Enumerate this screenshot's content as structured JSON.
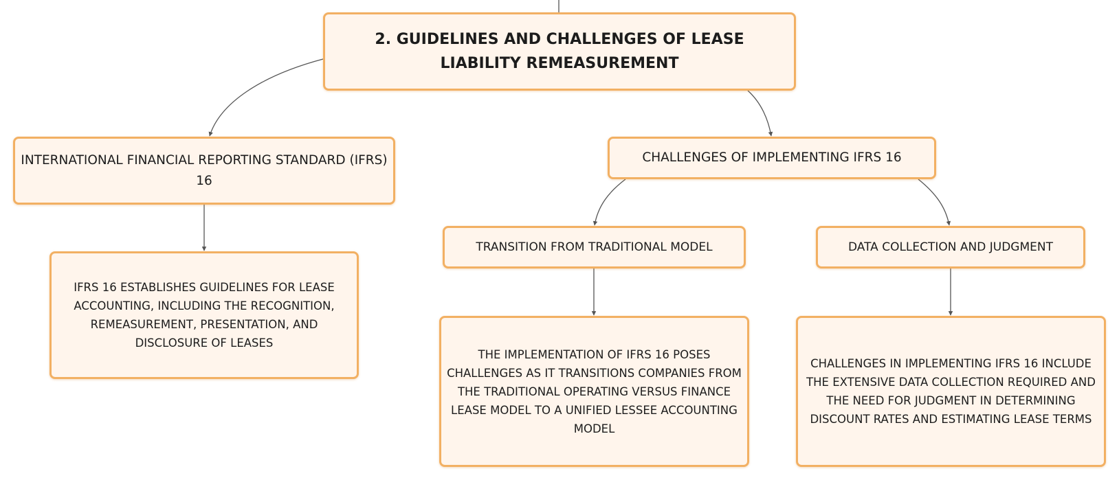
{
  "diagram": {
    "root": {
      "label": "2. GUIDELINES AND CHALLENGES OF LEASE LIABILITY REMEASUREMENT"
    },
    "ifrs": {
      "label": "INTERNATIONAL FINANCIAL REPORTING STANDARD (IFRS) 16",
      "description": "IFRS 16 ESTABLISHES GUIDELINES FOR LEASE ACCOUNTING, INCLUDING THE RECOGNITION, REMEASUREMENT, PRESENTATION, AND DISCLOSURE OF LEASES"
    },
    "challenges": {
      "label": "CHALLENGES OF IMPLEMENTING IFRS 16",
      "transition": {
        "label": "TRANSITION FROM TRADITIONAL MODEL",
        "description": "THE IMPLEMENTATION OF IFRS 16 POSES CHALLENGES AS IT TRANSITIONS COMPANIES FROM THE TRADITIONAL OPERATING VERSUS FINANCE LEASE MODEL TO A UNIFIED LESSEE ACCOUNTING MODEL"
      },
      "data": {
        "label": "DATA COLLECTION AND JUDGMENT",
        "description": "CHALLENGES IN IMPLEMENTING IFRS 16 INCLUDE THE EXTENSIVE DATA COLLECTION REQUIRED AND THE NEED FOR JUDGMENT IN DETERMINING DISCOUNT RATES AND ESTIMATING LEASE TERMS"
      }
    }
  },
  "colors": {
    "node_fill": "#fff5ec",
    "node_border": "#f2b063",
    "connector": "#555555",
    "text": "#1c1c1c"
  }
}
